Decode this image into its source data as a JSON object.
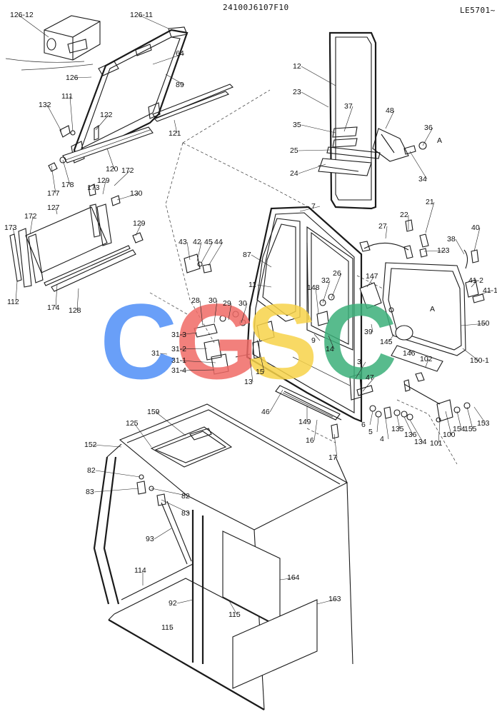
{
  "header": {
    "drawing_no": "24100J6107F10",
    "serial": "LE5701~"
  },
  "watermark": {
    "letters": [
      "C",
      "G",
      "S",
      "C"
    ],
    "colors": [
      "#4f8ff7",
      "#f06a66",
      "#f7d34a",
      "#3bb07a"
    ]
  },
  "labels": [
    "126-12",
    "126-11",
    "64",
    "126",
    "89",
    "132",
    "111",
    "122",
    "121",
    "120",
    "172",
    "129",
    "177",
    "178",
    "173",
    "130",
    "127",
    "172",
    "173",
    "129",
    "112",
    "174",
    "128",
    "12",
    "23",
    "37",
    "48",
    "35",
    "36",
    "A",
    "25",
    "24",
    "34",
    "7",
    "87",
    "11",
    "43",
    "42",
    "45",
    "44",
    "21",
    "22",
    "27",
    "40",
    "38",
    "123",
    "41-2",
    "41-1",
    "32",
    "26",
    "147",
    "148",
    "28",
    "30",
    "29",
    "30",
    "A",
    "150",
    "150-1",
    "31-3",
    "31-2",
    "31",
    "31-1",
    "31-4",
    "9",
    "14",
    "39",
    "145",
    "146",
    "102",
    "15",
    "13",
    "3",
    "47",
    "46",
    "149",
    "16",
    "17",
    "6",
    "5",
    "4",
    "135",
    "136",
    "134",
    "101",
    "100",
    "154",
    "155",
    "153",
    "159",
    "125",
    "152",
    "82",
    "83",
    "82",
    "83",
    "93",
    "114",
    "92",
    "115",
    "164",
    "163",
    "115"
  ]
}
